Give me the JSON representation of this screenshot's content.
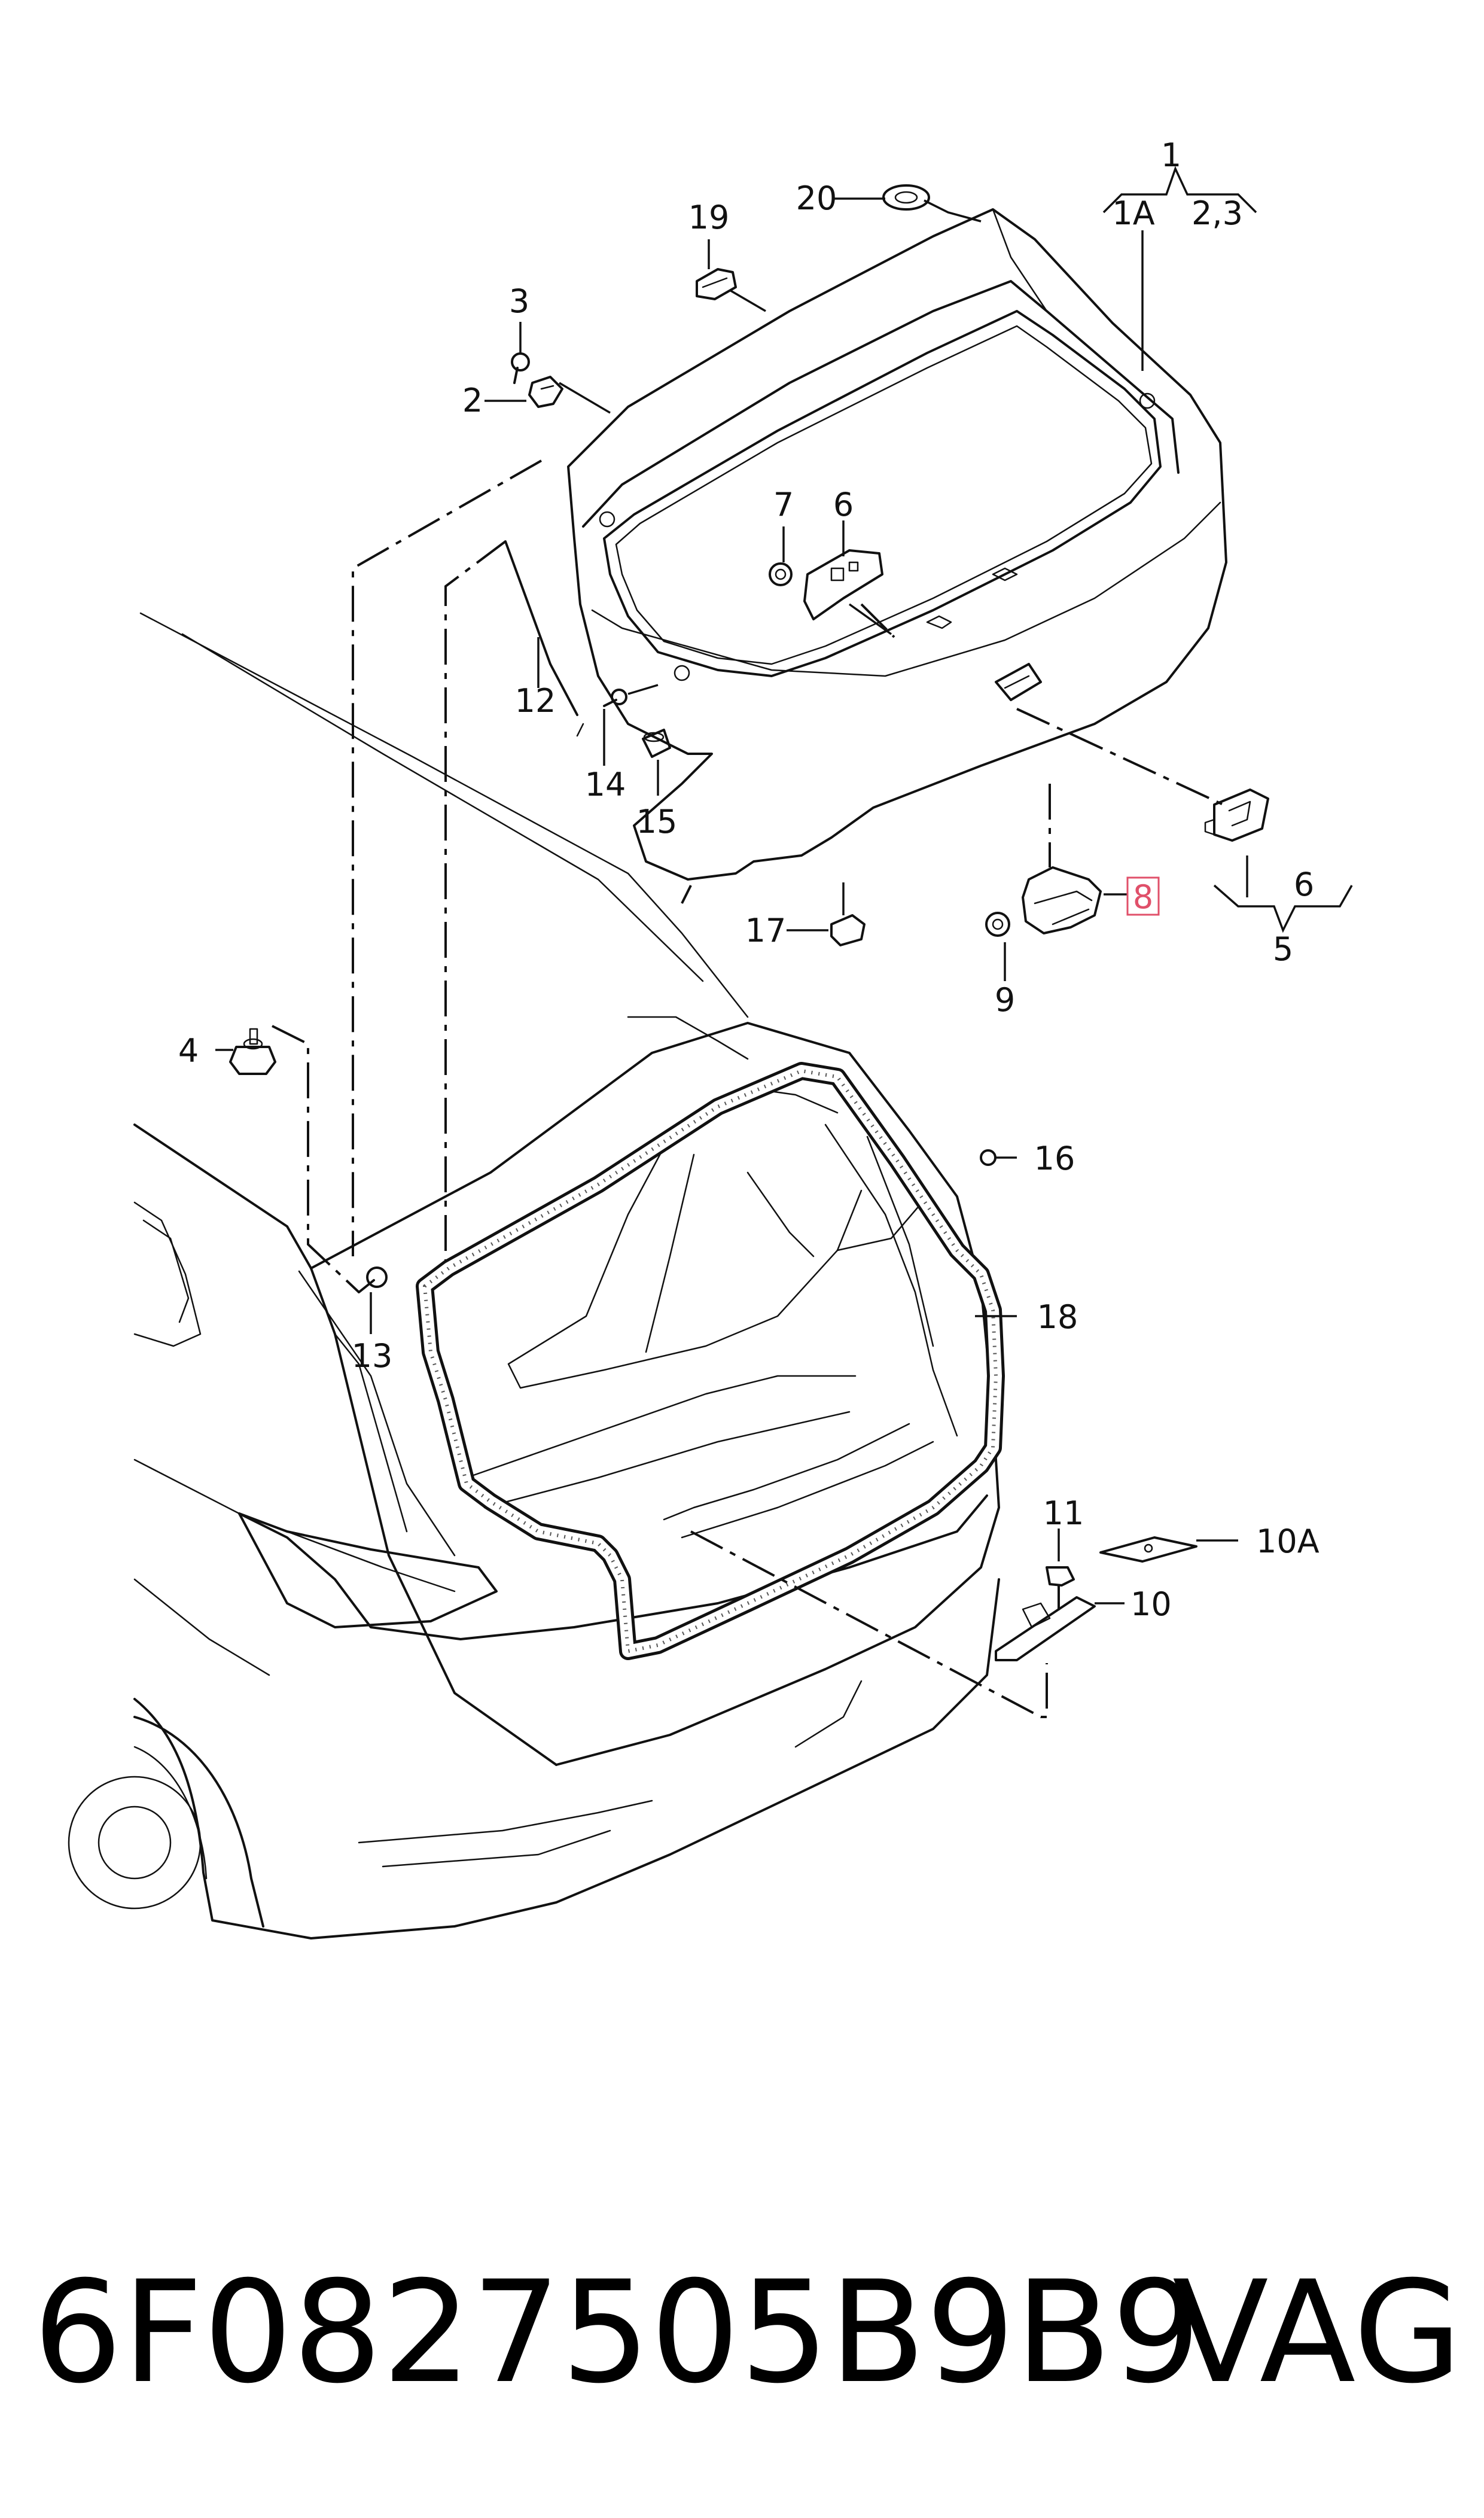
{
  "diagram": {
    "part_labels": {
      "p1": "1",
      "p1A": "1A",
      "p23": "2,3",
      "p2": "2",
      "p3": "3",
      "p4": "4",
      "p5": "5",
      "p6a": "6",
      "p6b": "6",
      "p7": "7",
      "p8": "8",
      "p9": "9",
      "p10": "10",
      "p10A": "10A",
      "p11": "11",
      "p12": "12",
      "p13": "13",
      "p14": "14",
      "p15": "15",
      "p16": "16",
      "p17": "17",
      "p18": "18",
      "p19": "19",
      "p20": "20"
    },
    "highlighted_part": "8",
    "highlight_color": "#e0506a"
  },
  "footer": {
    "part_number": "6F0827505B9B9",
    "brand": "VAG"
  }
}
